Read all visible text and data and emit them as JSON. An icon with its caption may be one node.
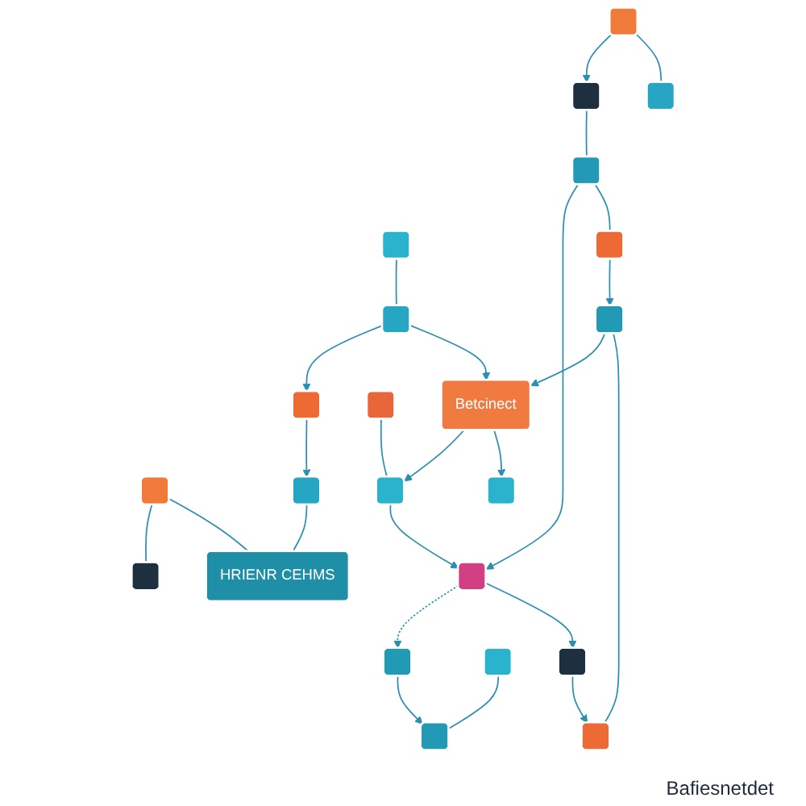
{
  "diagram": {
    "nodes": [
      {
        "text": [],
        "shape": "box"
      },
      {
        "text": [],
        "shape": "box"
      },
      {
        "text": [],
        "shape": "box"
      },
      {
        "text": [],
        "shape": "box"
      },
      {
        "text": [],
        "shape": "box"
      },
      {
        "text": [],
        "shape": "box"
      },
      {
        "text": [],
        "shape": "box"
      },
      {
        "text": [],
        "shape": "box"
      },
      {
        "text": [],
        "shape": "box"
      },
      {
        "text": [],
        "shape": "box"
      },
      {
        "text": [
          "HRIENR CEHMS"
        ]
      },
      {
        "text": [
          "Betcinect"
        ]
      },
      {
        "text": [],
        "shape": "box"
      },
      {
        "text": [],
        "shape": "box"
      },
      {
        "text": [],
        "shape": "box"
      },
      {
        "text": [],
        "shape": "box"
      },
      {
        "text": [],
        "shape": "box"
      },
      {
        "text": [],
        "shape": "box"
      },
      {
        "text": [],
        "shape": "box"
      },
      {
        "text": [],
        "shape": "box"
      },
      {
        "text": [],
        "shape": "box"
      },
      {
        "text": [],
        "shape": "box"
      },
      {
        "text": [],
        "shape": "box"
      }
    ],
    "edges": [
      {
        "from": 0,
        "to": 5,
        "arrow": "none"
      },
      {
        "from": 5,
        "to": 1,
        "arrow": "to"
      },
      {
        "from": 2,
        "to": 4,
        "arrow": "to"
      },
      {
        "from": 3,
        "to": 6,
        "arrow": "none"
      },
      {
        "from": 2,
        "to": 7,
        "arrow": "none"
      },
      {
        "from": 1,
        "to": 8,
        "arrow": "to"
      },
      {
        "from": 3,
        "to": 10,
        "arrow": "none"
      },
      {
        "from": 5,
        "to": 11,
        "arrow": "to"
      },
      {
        "from": 9,
        "to": 12,
        "arrow": "none"
      },
      {
        "from": 11,
        "to": 12,
        "arrow": "to"
      },
      {
        "from": 11,
        "to": 13,
        "arrow": "to"
      },
      {
        "from": 8,
        "to": 10,
        "arrow": "none"
      },
      {
        "from": 4,
        "to": 14,
        "arrow": "none"
      },
      {
        "from": 14,
        "to": 15,
        "arrow": "to"
      },
      {
        "from": 12,
        "to": 15,
        "arrow": "to"
      },
      {
        "from": 15,
        "to": 16,
        "arrow": "to",
        "style": "dashed"
      },
      {
        "from": 16,
        "to": 17,
        "arrow": "to"
      },
      {
        "from": 14,
        "to": 18,
        "arrow": "none"
      },
      {
        "from": 15,
        "to": 21,
        "arrow": "to"
      },
      {
        "from": 18,
        "to": 19,
        "arrow": "to"
      },
      {
        "from": 19,
        "to": 11,
        "arrow": "to"
      },
      {
        "from": 20,
        "to": 17,
        "arrow": "none"
      },
      {
        "from": 21,
        "to": 22,
        "arrow": "to"
      },
      {
        "from": 19,
        "to": 22,
        "arrow": "none"
      }
    ],
    "labels": [
      "Bafiesnetdet"
    ]
  }
}
